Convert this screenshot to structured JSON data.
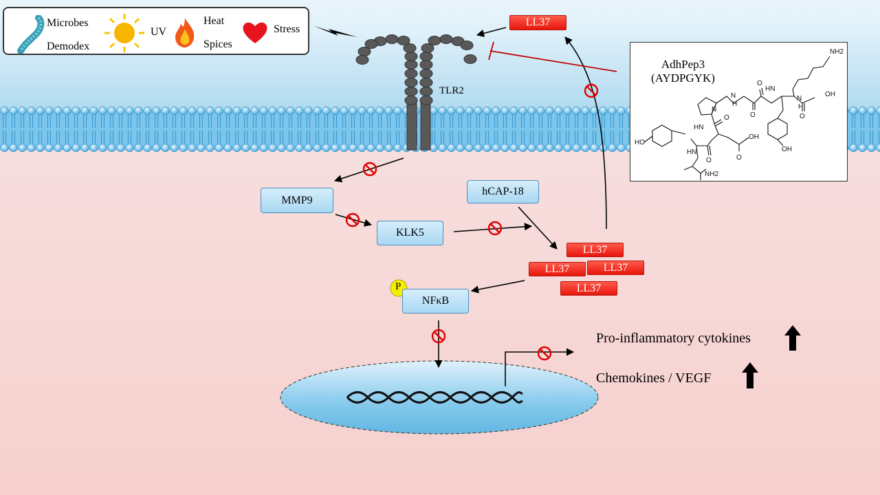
{
  "stimuli": {
    "microbes": "Microbes",
    "demodex": "Demodex",
    "uv": "UV",
    "heat": "Heat",
    "spices": "Spices",
    "stress": "Stress"
  },
  "receptor": {
    "label": "TLR2"
  },
  "nodes": {
    "mmp9": "MMP9",
    "klk5": "KLK5",
    "hcap18": "hCAP-18",
    "nfkb": "NFκB",
    "phospho": "P"
  },
  "ll37": {
    "top": "LL37",
    "cluster": [
      "LL37",
      "LL37",
      "LL37",
      "LL37"
    ]
  },
  "peptide": {
    "name_line1": "AdhPep3",
    "name_line2": "(AYDPGYK)",
    "atoms": {
      "nh2_top": "NH2",
      "oh_cooh": "OH",
      "o": "O",
      "n": "N",
      "hn": "HN",
      "h": "H",
      "oh_ring": "OH",
      "ho_ring": "HO",
      "oh_asp": "OH",
      "nh2_bottom": "NH2"
    }
  },
  "outputs": {
    "cytokines": "Pro-inflammatory cytokines",
    "chemokines": "Chemokines / VEGF"
  },
  "colors": {
    "sky_top": "#a8d6ef",
    "membrane": "#57b6e6",
    "cytoplasm": "#f6d4d2",
    "ll37_red": "#e8160b",
    "node_blue": "#b9e2f7",
    "inhibit_red": "#c00000",
    "phospho_yellow": "#f4f000"
  }
}
